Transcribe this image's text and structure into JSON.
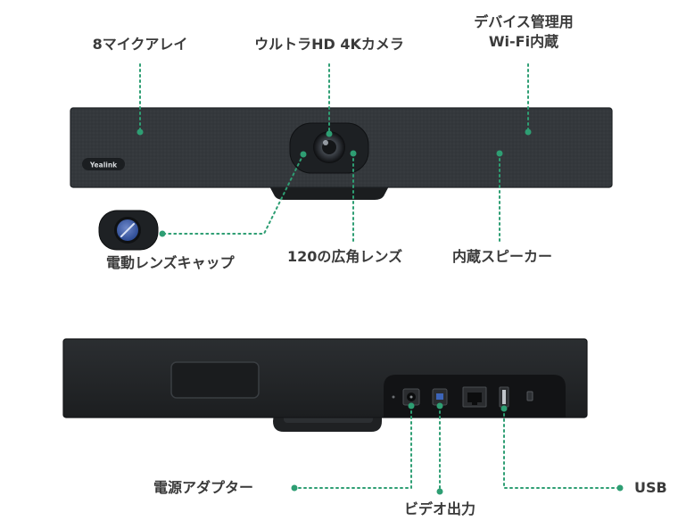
{
  "brand": {
    "logo_text": "Yealink"
  },
  "colors": {
    "leader": "#2e9e73",
    "device_body": "#2a2d30",
    "fabric": "#33373b",
    "label_text": "#3a3a3a"
  },
  "front_labels": {
    "mic_array": "8マイクアレイ",
    "camera": "ウルトラHD 4Kカメラ",
    "wifi_line1": "デバイス管理用",
    "wifi_line2": "Wi-Fi内蔵",
    "lens_cap": "電動レンズキャップ",
    "wide_lens": "120の広角レンズ",
    "speaker": "内蔵スピーカー"
  },
  "rear_labels": {
    "power": "電源アダプター",
    "video_out": "ビデオ出力",
    "usb": "USB"
  }
}
